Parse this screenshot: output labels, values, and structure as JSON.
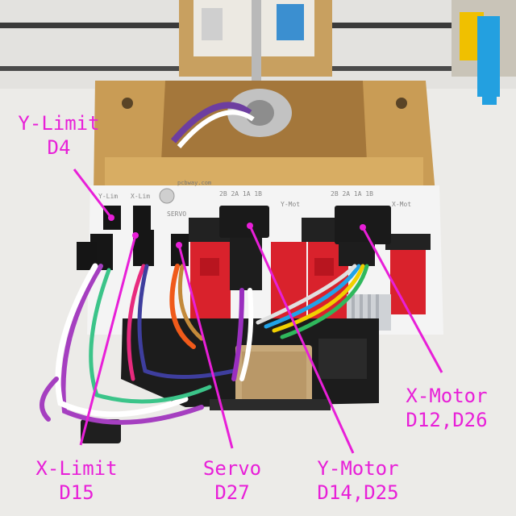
{
  "labels": {
    "y_limit": {
      "name": "Y-Limit",
      "pin": "D4"
    },
    "x_limit": {
      "name": "X-Limit",
      "pin": "D15"
    },
    "servo": {
      "name": "Servo",
      "pin": "D27"
    },
    "y_motor": {
      "name": "Y-Motor",
      "pin": "D14,D25"
    },
    "x_motor": {
      "name": "X-Motor",
      "pin": "D12,D26"
    }
  },
  "board_silkscreen": {
    "url": "pcbway.com",
    "header_labels": [
      "Y-Lim",
      "X-Lim",
      "SERVO",
      "2B 2A 1A 1B",
      "Y-Mot",
      "2B 2A 1A 1B",
      "X-Mot"
    ]
  },
  "colors": {
    "annotation": "#e81fd8",
    "board": "#f4f4f4",
    "driver": "#d9222c",
    "frame": "#c49a55",
    "esp32": "#1c1c1c"
  }
}
